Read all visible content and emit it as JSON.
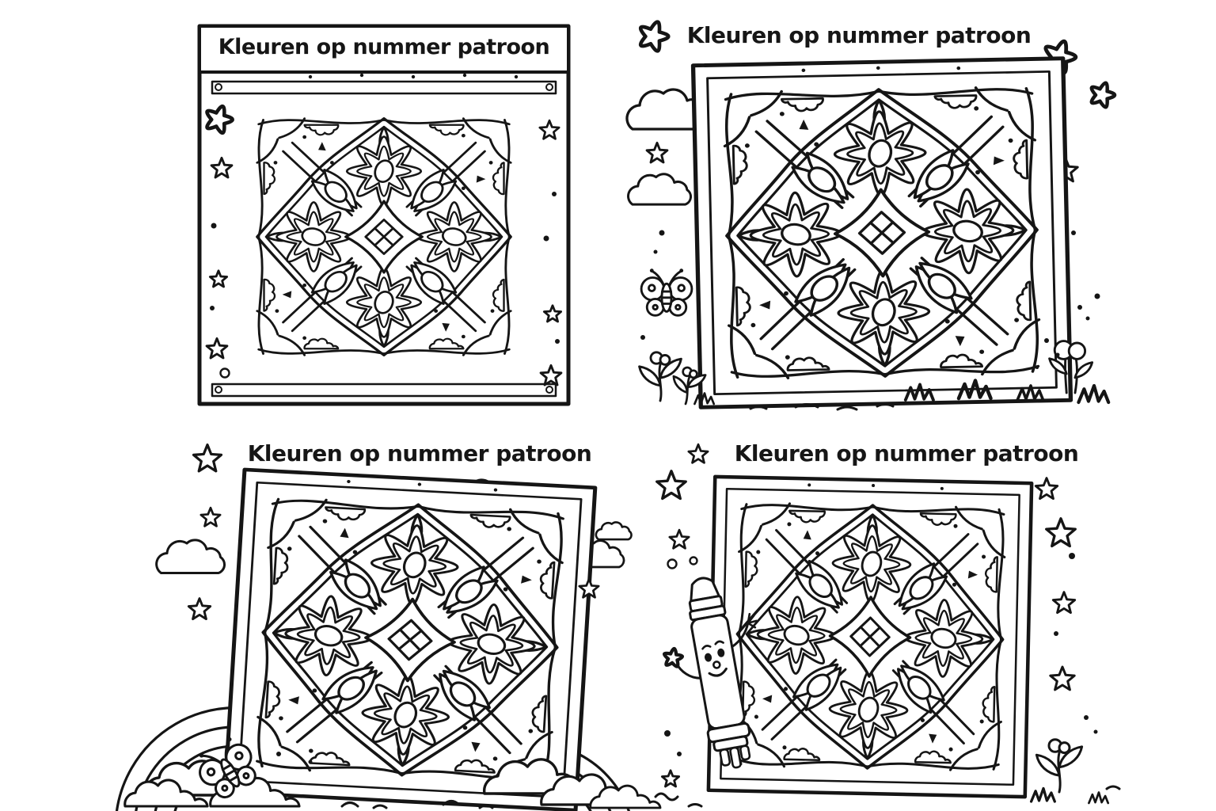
{
  "page": {
    "background_color": "#ffffff",
    "ink_color": "#151515",
    "language": "nl",
    "layout": "2x2 grid of coloring-page variants"
  },
  "panels": [
    {
      "id": "top-left",
      "title": "Kleuren op nummer patroon",
      "frame": "rectangular frame with title banner and hanger bars",
      "decorations": [
        "flower-cloud-icon",
        "star-icon",
        "dot",
        "circle"
      ]
    },
    {
      "id": "top-right",
      "title": "Kleuren op nummer patroon",
      "frame": "free-standing tilted tile",
      "decorations": [
        "flower-cloud-icon",
        "cloud-icon",
        "star-icon",
        "butterfly-icon",
        "sprout-icon",
        "flower-icon",
        "grass-icon",
        "dot"
      ]
    },
    {
      "id": "bottom-left",
      "title": "Kleuren op nummer patroon",
      "frame": "free-standing tilted tile",
      "decorations": [
        "star-icon",
        "cloud-icon",
        "rainbow-icon",
        "bush-icon",
        "butterfly-icon",
        "grass-icon",
        "dot"
      ]
    },
    {
      "id": "bottom-right",
      "title": "Kleuren op nummer patroon",
      "frame": "free-standing tile",
      "decorations": [
        "star-icon",
        "sparkle-icon",
        "crayon-character",
        "sprout-icon",
        "grass-icon",
        "dot"
      ]
    }
  ],
  "tile_motif": {
    "type": "ornamental square tile",
    "elements": [
      "double border",
      "ogee quatrefoil",
      "four daisies",
      "diagonal leaf pairs",
      "central curved diamond",
      "hanging scallops",
      "scattered dots and stars"
    ]
  }
}
